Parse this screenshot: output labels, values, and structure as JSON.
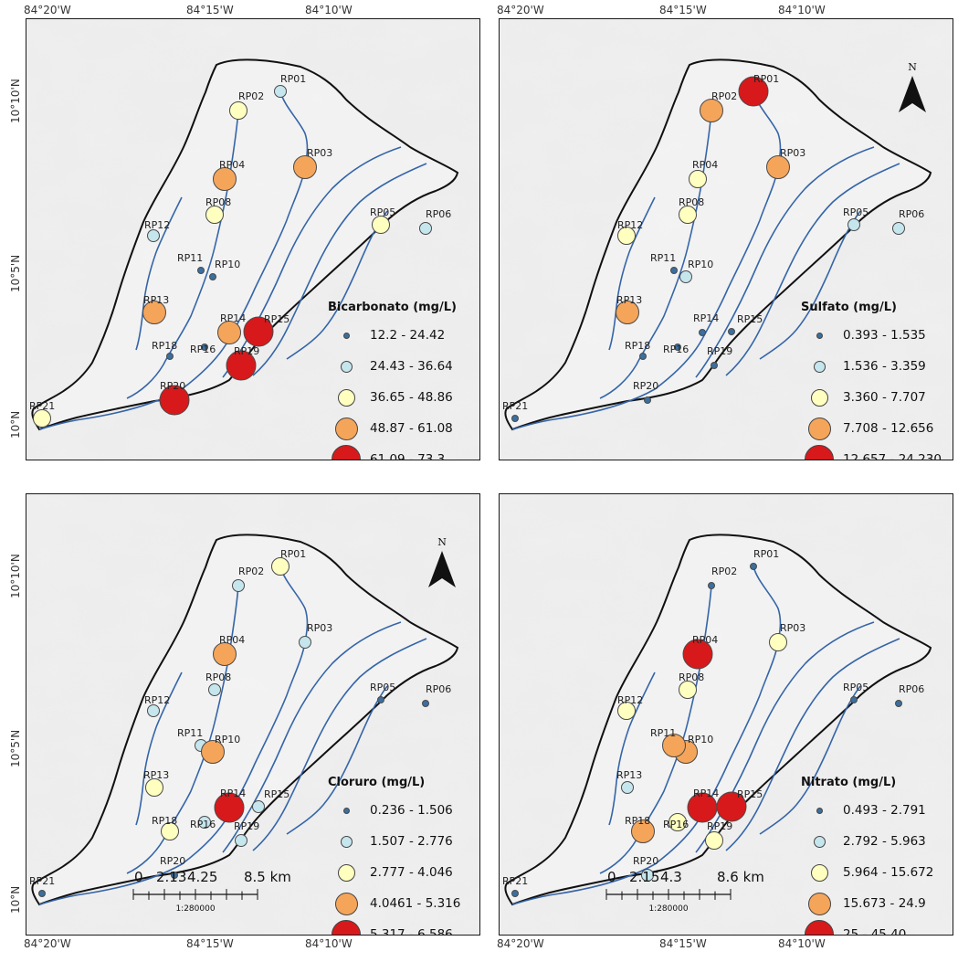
{
  "coords": {
    "lon": [
      "84°20'W",
      "84°15'W",
      "84°10'W"
    ],
    "lat": [
      "10°10'N",
      "10°5'N",
      "10°N"
    ]
  },
  "north_label": "N",
  "sites": [
    "RP01",
    "RP02",
    "RP03",
    "RP04",
    "RP05",
    "RP06",
    "RP08",
    "RP10",
    "RP11",
    "RP12",
    "RP13",
    "RP14",
    "RP15",
    "RP16",
    "RP18",
    "RP19",
    "RP20",
    "RP21"
  ],
  "colors": {
    "class1": "#3a6f9e",
    "class2": "#c6e6ee",
    "class3": "#ffffc0",
    "class4": "#f5a55a",
    "class5": "#d7191c",
    "river": "#3565a8",
    "boundary": "#111111"
  },
  "panels": [
    {
      "id": "bicarbonato",
      "legend_title": "Bicarbonato (mg/L)",
      "classes": [
        "12.2 - 24.42",
        "24.43 - 36.64",
        "36.65 - 48.86",
        "48.87 - 61.08",
        "61.09 - 73.3"
      ],
      "site_class": {
        "RP01": 2,
        "RP02": 3,
        "RP03": 4,
        "RP04": 4,
        "RP05": 3,
        "RP06": 2,
        "RP08": 3,
        "RP10": 1,
        "RP11": 1,
        "RP12": 2,
        "RP13": 4,
        "RP14": 4,
        "RP15": 5,
        "RP16": 1,
        "RP18": 1,
        "RP19": 5,
        "RP20": 5,
        "RP21": 3
      },
      "north_arrow": false,
      "scale_bar": null
    },
    {
      "id": "sulfato",
      "legend_title": "Sulfato (mg/L)",
      "classes": [
        "0.393 - 1.535",
        "1.536 - 3.359",
        "3.360 - 7.707",
        "7.708 - 12.656",
        "12.657 - 24.230"
      ],
      "site_class": {
        "RP01": 5,
        "RP02": 4,
        "RP03": 4,
        "RP04": 3,
        "RP05": 2,
        "RP06": 2,
        "RP08": 3,
        "RP10": 2,
        "RP11": 1,
        "RP12": 3,
        "RP13": 4,
        "RP14": 1,
        "RP15": 1,
        "RP16": 1,
        "RP18": 1,
        "RP19": 1,
        "RP20": 1,
        "RP21": 1
      },
      "north_arrow": true,
      "scale_bar": null
    },
    {
      "id": "cloruro",
      "legend_title": "Cloruro (mg/L)",
      "classes": [
        "0.236 - 1.506",
        "1.507 - 2.776",
        "2.777 - 4.046",
        "4.0461 - 5.316",
        "5.317 - 6.586"
      ],
      "site_class": {
        "RP01": 3,
        "RP02": 2,
        "RP03": 2,
        "RP04": 4,
        "RP05": 1,
        "RP06": 1,
        "RP08": 2,
        "RP10": 4,
        "RP11": 2,
        "RP12": 2,
        "RP13": 3,
        "RP14": 5,
        "RP15": 2,
        "RP16": 2,
        "RP18": 3,
        "RP19": 2,
        "RP20": 1,
        "RP21": 1
      },
      "north_arrow": true,
      "scale_bar": {
        "labels": [
          "0",
          "2.13",
          "4.25",
          "8.5 km"
        ],
        "ratio": "1:280000"
      }
    },
    {
      "id": "nitrato",
      "legend_title": "Nitrato (mg/L)",
      "classes": [
        "0.493 - 2.791",
        "2.792 - 5.963",
        "5.964 - 15.672",
        "15.673 - 24.9",
        "25 - 45.40"
      ],
      "site_class": {
        "RP01": 1,
        "RP02": 1,
        "RP03": 3,
        "RP04": 5,
        "RP05": 1,
        "RP06": 1,
        "RP08": 3,
        "RP10": 4,
        "RP11": 4,
        "RP12": 3,
        "RP13": 2,
        "RP14": 5,
        "RP15": 5,
        "RP16": 3,
        "RP18": 4,
        "RP19": 3,
        "RP20": 2,
        "RP21": 1
      },
      "north_arrow": false,
      "scale_bar": {
        "labels": [
          "0",
          "2.15",
          "4.3",
          "8.6 km"
        ],
        "ratio": "1:280000"
      }
    }
  ]
}
